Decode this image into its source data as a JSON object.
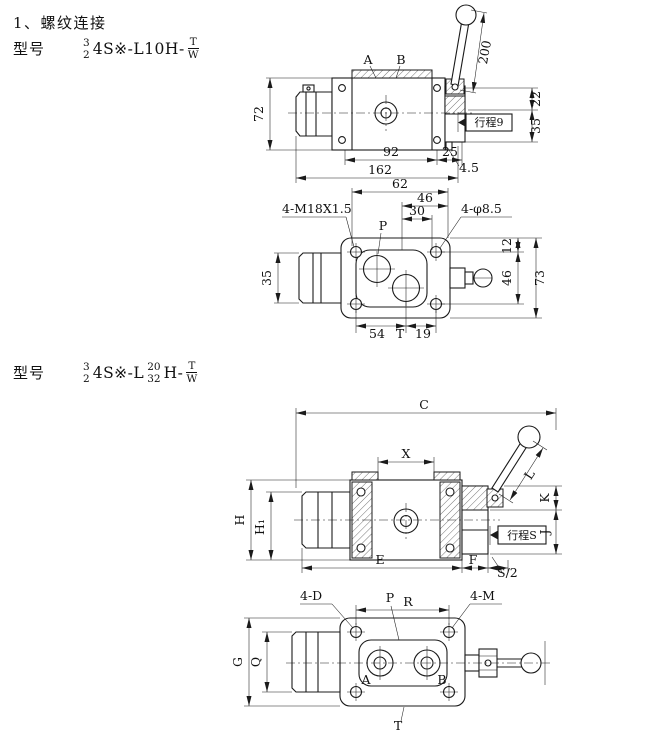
{
  "header": {
    "section_title": "1、螺纹连接",
    "model_label_1": "型号",
    "model_label_2": "型号"
  },
  "model1": {
    "num_top": "3",
    "num_bottom": "2",
    "body": "4S※-L10H-",
    "suffix_top": "T",
    "suffix_bottom": "W"
  },
  "model2": {
    "num_top": "3",
    "num_bottom": "2",
    "prefix": "4S※-L",
    "mid_top": "20",
    "mid_bottom": "32",
    "suffix": "H-",
    "suffix_top": "T",
    "suffix_bottom": "W"
  },
  "d1": {
    "dim_72": "72",
    "dim_92": "92",
    "dim_25": "25",
    "dim_162": "162",
    "dim_200": "200",
    "dim_22": "22",
    "dim_35": "35",
    "dim_4_5": "4.5",
    "stroke_label": "行程9",
    "port_a": "A",
    "port_b": "B"
  },
  "d2": {
    "dim_62": "62",
    "dim_46_top": "46",
    "dim_30": "30",
    "thread_label": "4-M18X1.5",
    "hole_label": "4-φ8.5",
    "port_p": "P",
    "dim_35": "35",
    "dim_54": "54",
    "port_t": "T",
    "dim_19": "19",
    "dim_12": "12",
    "dim_46_right": "46",
    "dim_73": "73"
  },
  "d3": {
    "dim_c": "C",
    "dim_x": "X",
    "dim_l": "L",
    "dim_k": "K",
    "dim_j": "J",
    "dim_h": "H",
    "dim_h1": "H₁",
    "dim_e": "E",
    "dim_f": "F",
    "dim_s2": "S/2",
    "stroke_label": "行程S"
  },
  "d4": {
    "hole_label": "4-D",
    "port_p": "P",
    "thread_label": "4-M",
    "dim_r": "R",
    "dim_g": "G",
    "dim_q": "Q",
    "port_a": "A",
    "port_b": "B",
    "port_t": "T"
  }
}
